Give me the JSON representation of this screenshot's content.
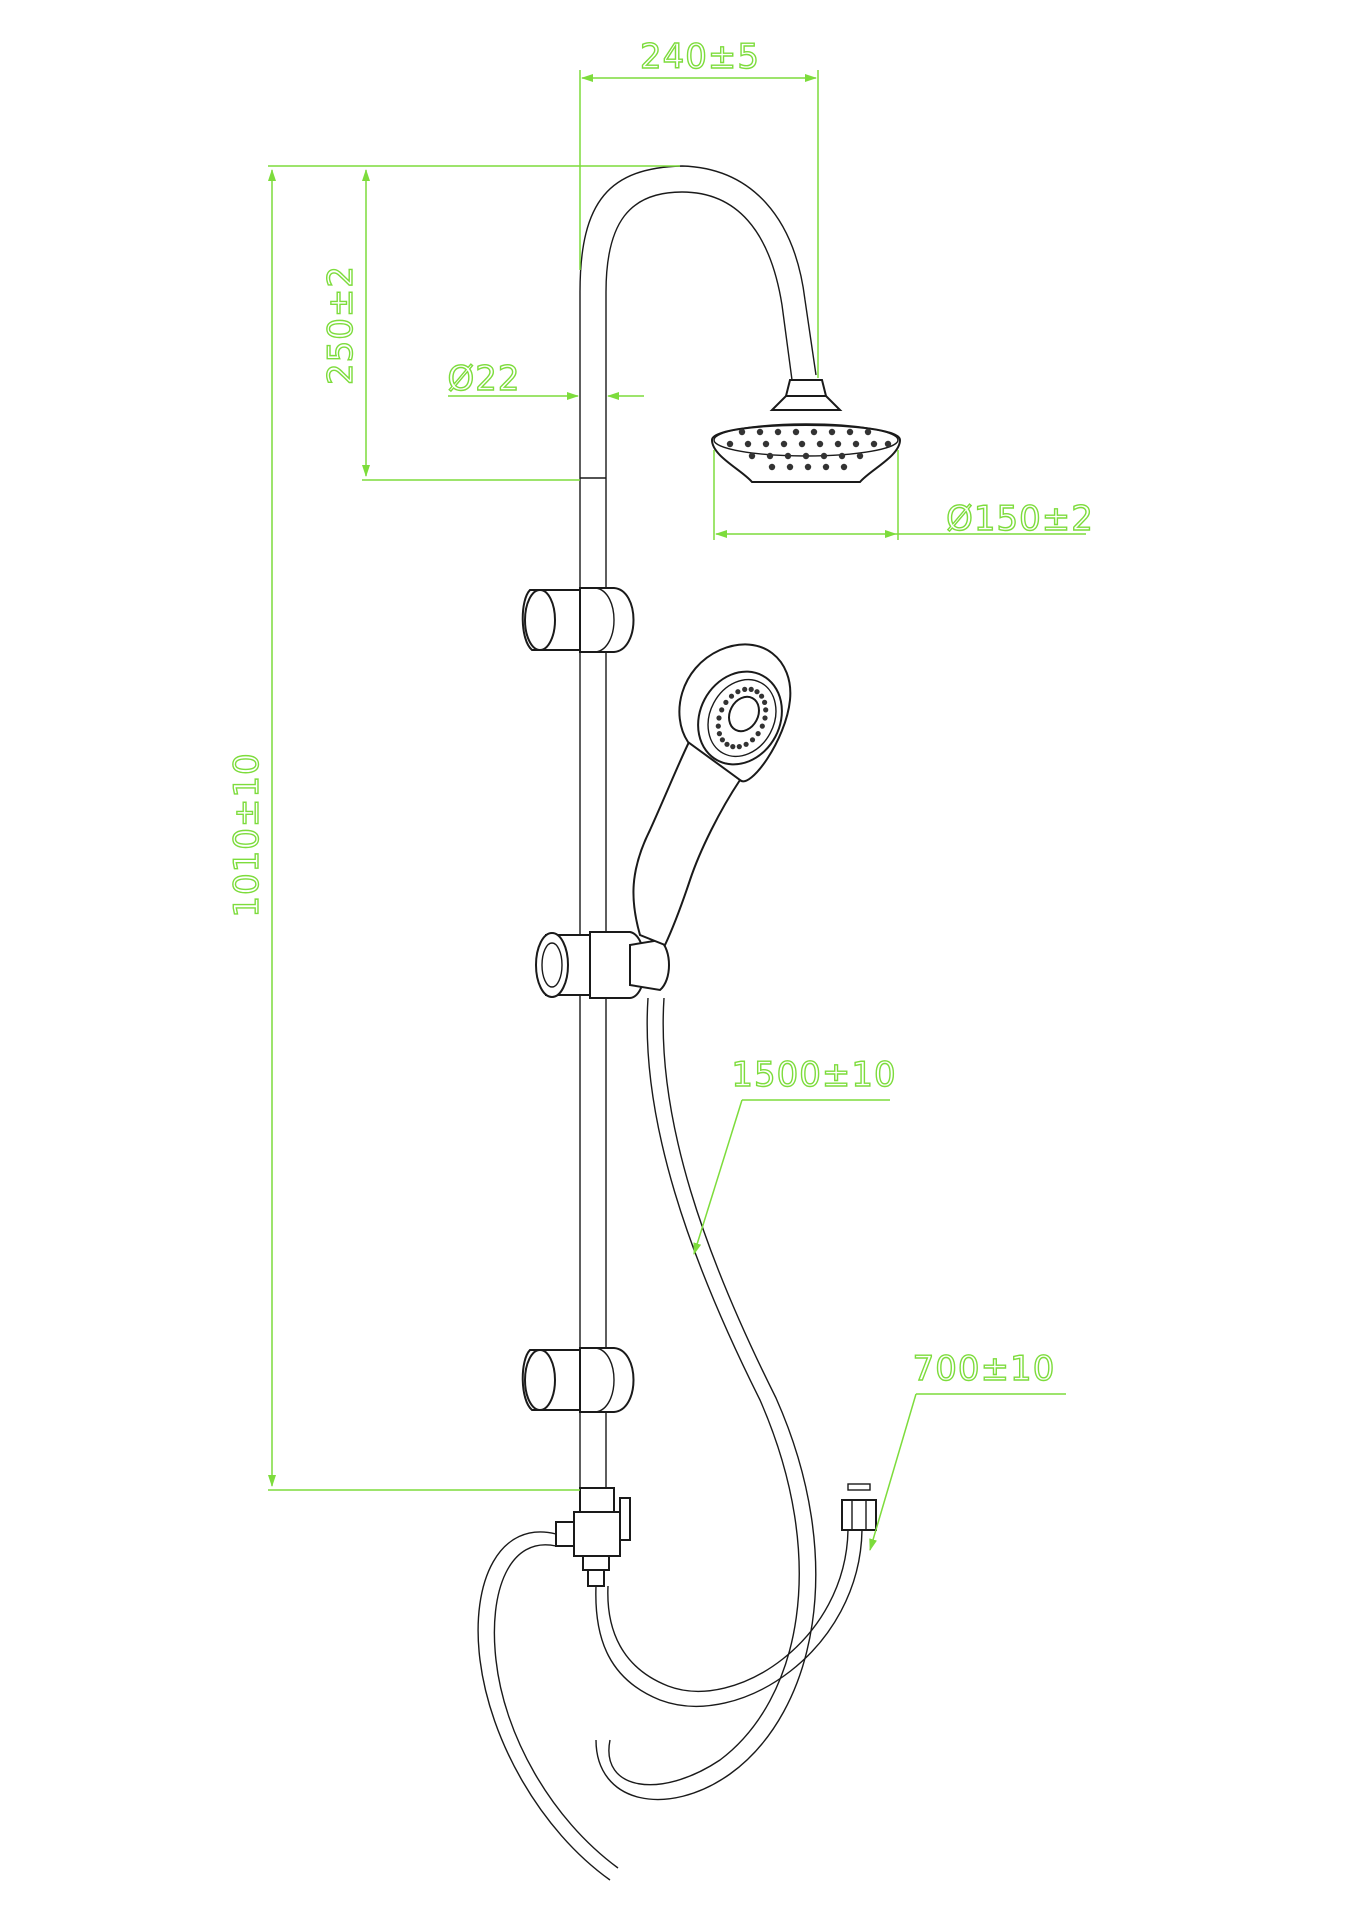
{
  "colors": {
    "dimension": "#7ddc3c",
    "outline": "#1a1a1a",
    "background": "#ffffff"
  },
  "dimensions": {
    "arm_reach": "240±5",
    "arm_height": "250±2",
    "pipe_diameter": "Ø22",
    "head_diameter": "Ø150±2",
    "rail_height": "1010±10",
    "hand_hose_length": "1500±10",
    "supply_hose_length": "700±10"
  }
}
